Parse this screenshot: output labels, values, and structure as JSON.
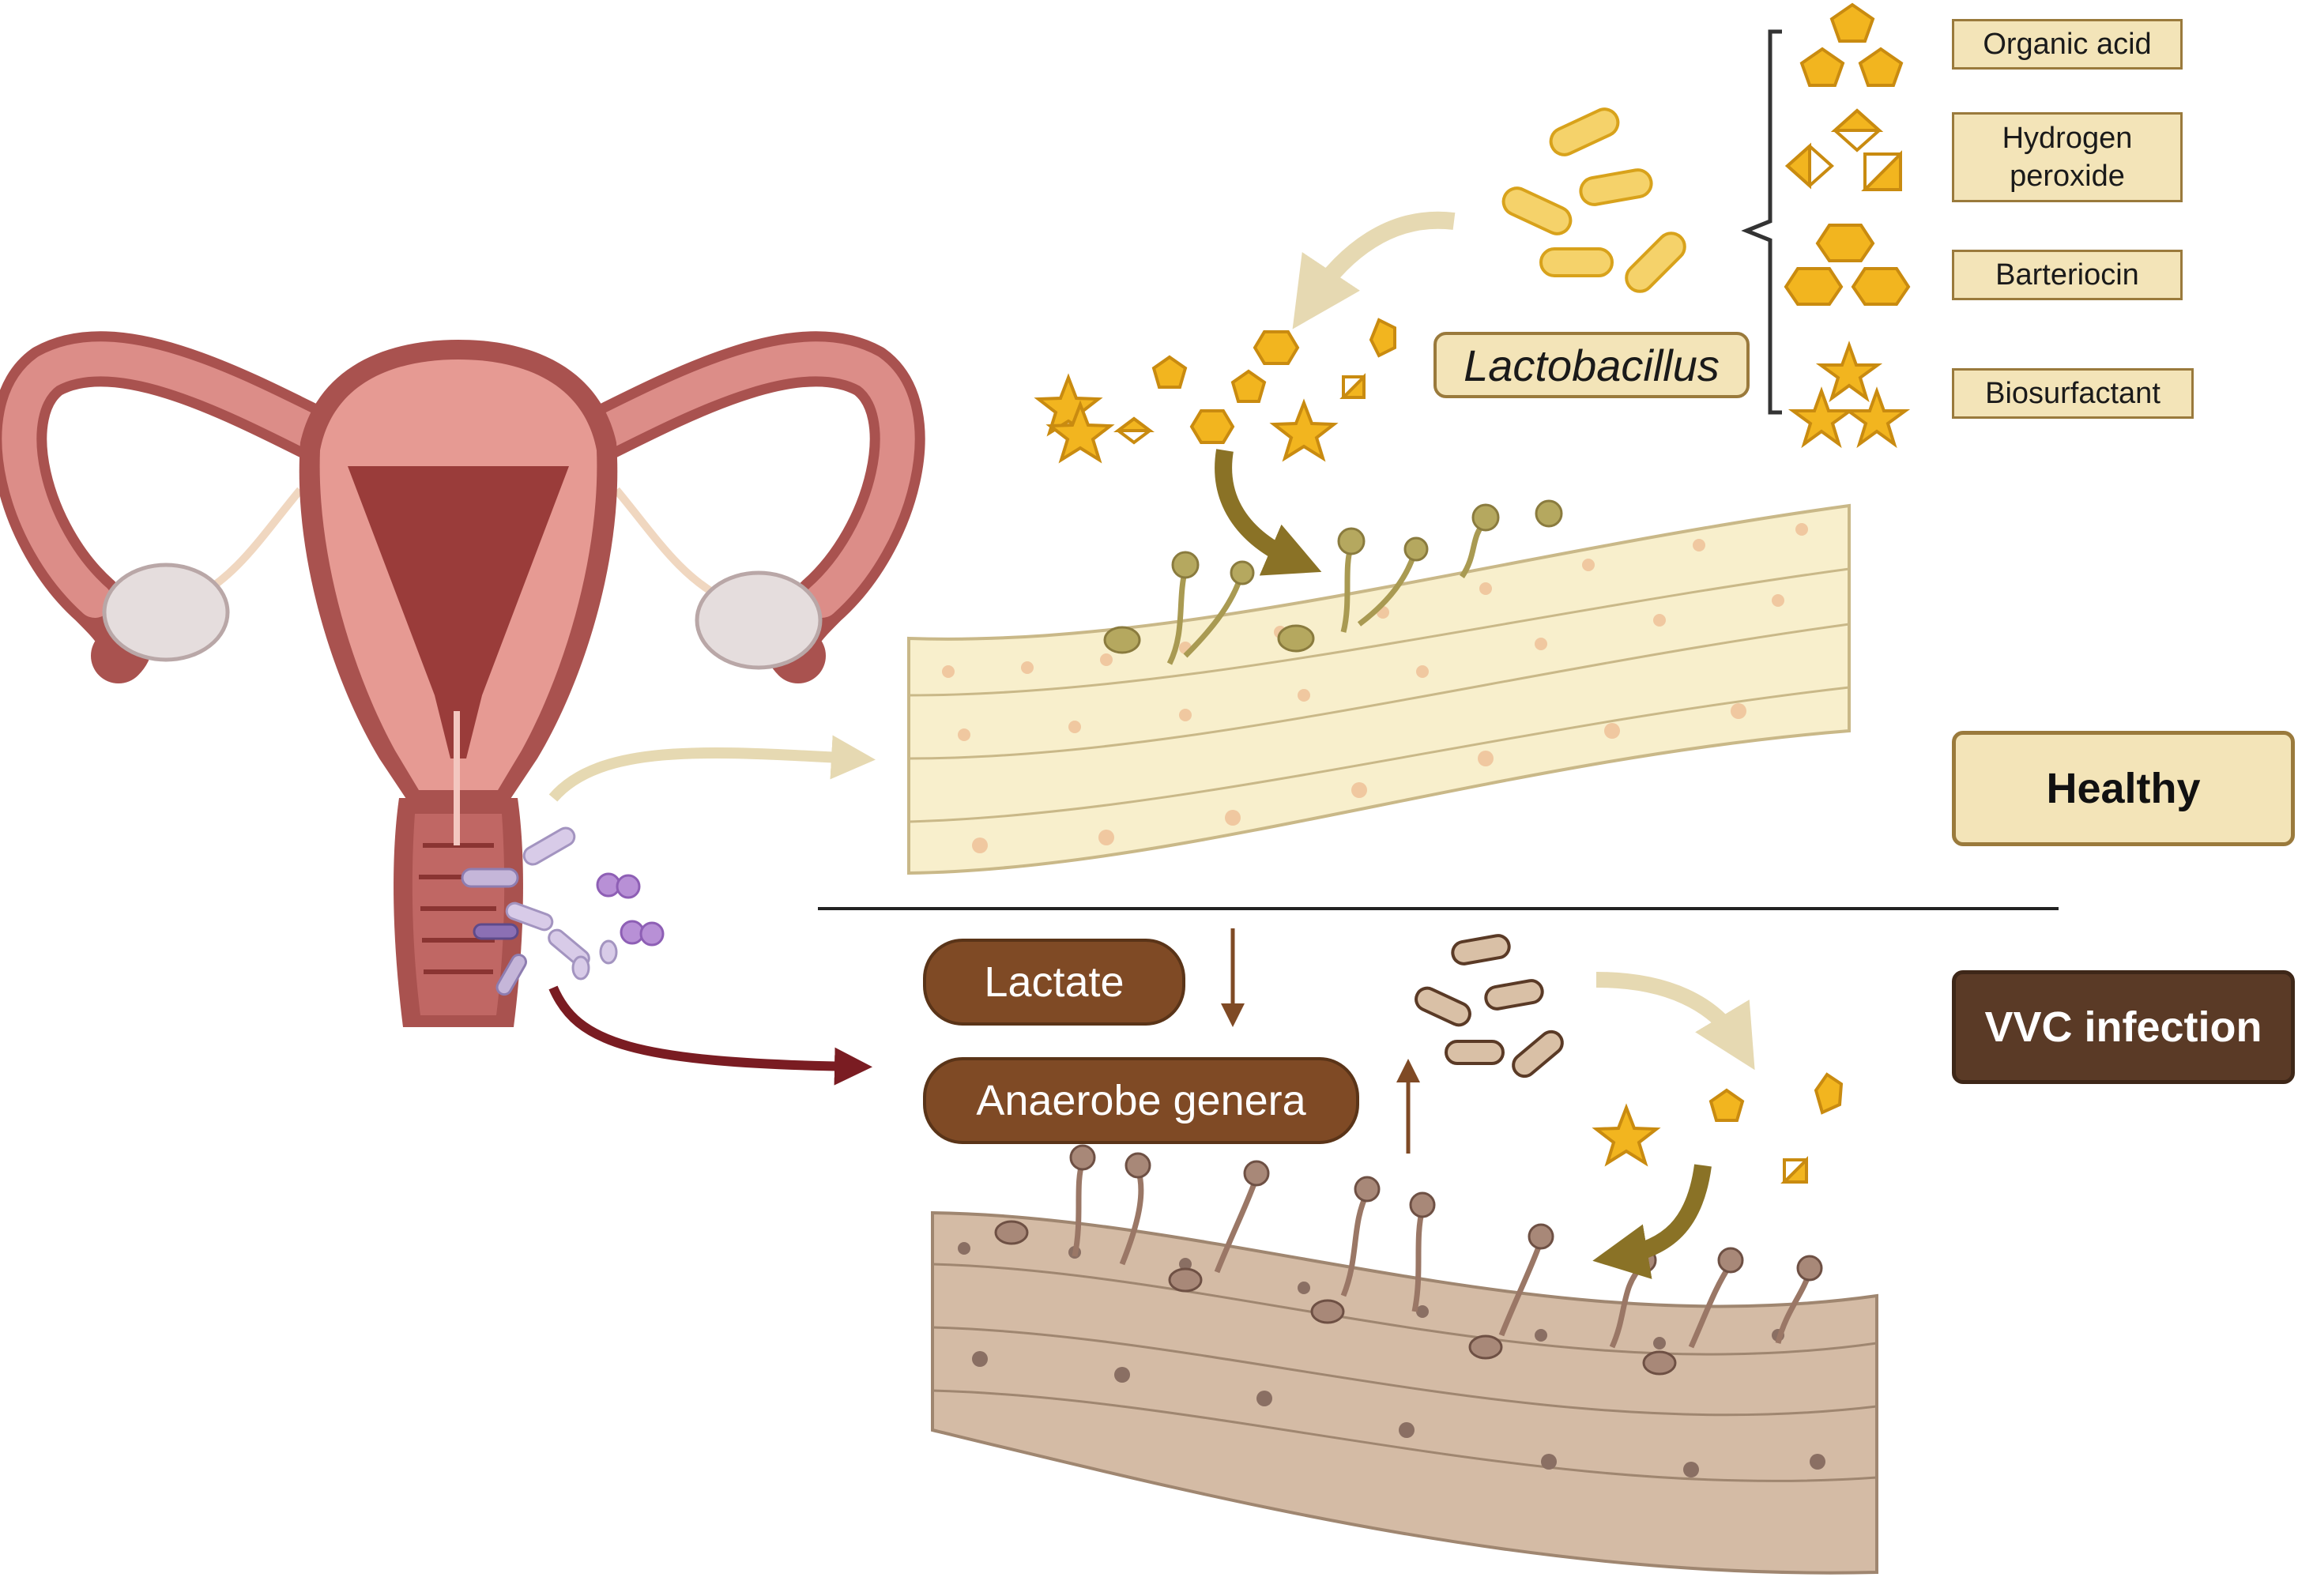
{
  "legend": {
    "organic_acid": "Organic acid",
    "hydrogen_peroxide": "Hydrogen peroxide",
    "bacteriocin": "Barteriocin",
    "biosurfactant": "Biosurfactant"
  },
  "microbe_label": "Lactobacillus",
  "states": {
    "healthy": "Healthy",
    "vvc": "VVC infection"
  },
  "factors": {
    "lactate": "Lactate",
    "anaerobe": "Anaerobe genera"
  },
  "colors": {
    "healthy_tissue": "#f8efcc",
    "infected_tissue": "#d4bba5",
    "metabolite": "#f2b51f",
    "uterus": "#d98b86",
    "vvc_box": "#5a3a26",
    "pill": "#7f4a25"
  }
}
